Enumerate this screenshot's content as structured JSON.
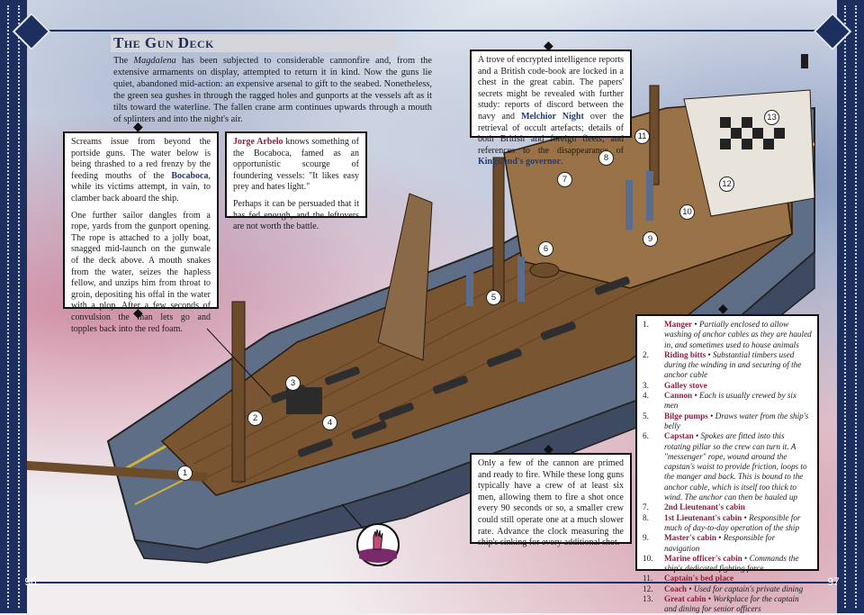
{
  "title": "The Gun Deck",
  "intro": {
    "pre": "The ",
    "ship_name": "Magdalena",
    "text": " has been subjected to considerable cannonfire and, from the extensive armaments on display, attempted to return it in kind. Now the guns lie quiet, abandoned mid-action: an expensive arsenal to gift to the seabed. Nonetheless, the green sea gushes in through the ragged holes and gunports at the vessels aft as it tilts toward the waterline. The fallen crane arm continues upwards through a mouth of splinters and into the night's air."
  },
  "screams_box": {
    "p1_pre": "Screams issue from beyond the portside guns. The water below is being thrashed to a red frenzy by the feeding mouths of the ",
    "p1_link": "Bocaboca",
    "p1_post": ", while its victims attempt, in vain, to clamber back aboard the ship.",
    "p2": "One further sailor dangles from a rope, yards from the gunport opening. The rope is attached to a jolly boat, snagged mid-launch on the gunwale of the deck above. A mouth snakes from the water, seizes the hapless fellow, and unzips him from throat to groin, depositing his offal in the water with a plop. After a few seconds of convulsion the man lets go and topples back into the red foam."
  },
  "arbelo_box": {
    "name": "Jorge Arbelo",
    "p1": " knows something of the Bocaboca, famed as an opportunistic scourge of foundering vessels: \"It likes easy prey and hates light.\"",
    "p2": "Perhaps it can be persuaded that it has fed enough, and the leftovers are not worth the battle."
  },
  "intel_box": {
    "pre": "A trove of encrypted intelligence reports and a British code-book are locked in a chest in the great cabin. The papers' secrets might be revealed with further study: reports of discord between the navy and ",
    "name1": "Melchior Night",
    "mid": " over the retrieval of occult artefacts; details of both British and foreign fleets; and references to the disappearance of ",
    "name2": "Kingsland's governor",
    "post": "."
  },
  "cannon_box": {
    "text": "Only a few of the cannon are primed and ready to fire. While these long guns typically have a crew of at least six men, allowing them to fire a shot once every 90 seconds or so, a smaller crew could still operate one at a much slower rate. Advance the clock measuring the ship's sinking for every additional shot."
  },
  "key_items": [
    {
      "num": "1.",
      "name": "Manger",
      "desc": "Partially enclosed to allow washing of anchor cables as they are hauled in, and sometimes used to house animals"
    },
    {
      "num": "2.",
      "name": "Riding bitts",
      "desc": "Substantial timbers used during the winding in and securing of the anchor cable"
    },
    {
      "num": "3.",
      "name": "Galley stove",
      "desc": ""
    },
    {
      "num": "4.",
      "name": "Cannon",
      "desc": "Each is usually crewed by six men"
    },
    {
      "num": "5.",
      "name": "Bilge pumps",
      "desc": "Draws water from the ship's belly"
    },
    {
      "num": "6.",
      "name": "Capstan",
      "desc": "Spokes are fitted into this rotating pillar so the crew can turn it. A \"messenger\" rope, wound around the capstan's waist to provide friction, loops to the manger and back. This is bound to the anchor cable, which is itself too thick to wind. The anchor can then be hauled up"
    },
    {
      "num": "7.",
      "name": "2nd Lieutenant's cabin",
      "desc": ""
    },
    {
      "num": "8.",
      "name": "1st Lieutenant's cabin",
      "desc": "Responsible for much of day-to-day operation of the ship"
    },
    {
      "num": "9.",
      "name": "Master's cabin",
      "desc": "Responsible for navigation"
    },
    {
      "num": "10.",
      "name": "Marine officer's cabin",
      "desc": "Commands the ship's dedicated fighting force"
    },
    {
      "num": "11.",
      "name": "Captain's bed place",
      "desc": ""
    },
    {
      "num": "12.",
      "name": "Coach",
      "desc": "Used for captain's private dining"
    },
    {
      "num": "13.",
      "name": "Great cabin",
      "desc": "Workplace for the captain and dining for senior officers"
    }
  ],
  "markers": [
    "1",
    "2",
    "3",
    "4",
    "5",
    "6",
    "7",
    "8",
    "9",
    "10",
    "11",
    "12",
    "13"
  ],
  "page_left": "96",
  "page_right": "97",
  "colors": {
    "frame": "#1d2f5e",
    "accent": "#8a1f3d",
    "link_blue": "#1f3a7a",
    "deck": "#7a5532",
    "hull": "#5e6e86"
  }
}
